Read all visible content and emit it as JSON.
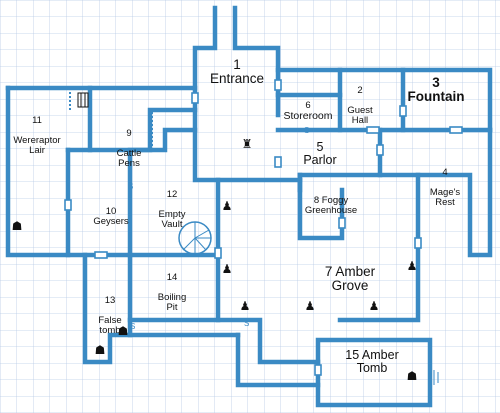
{
  "rooms": {
    "r1": {
      "number": "1",
      "name": "Entrance"
    },
    "r2": {
      "number": "2",
      "name": "Guest\nHall"
    },
    "r3": {
      "number": "3",
      "name": "Fountain"
    },
    "r4": {
      "number": "4",
      "name": "Mage's\nRest"
    },
    "r5": {
      "number": "5",
      "name": "Parlor"
    },
    "r6": {
      "number": "6",
      "name": "Storeroom"
    },
    "r7": {
      "number": "7 Amber",
      "name": "Grove"
    },
    "r8": {
      "number": "8 Foggy",
      "name": "Greenhouse"
    },
    "r9": {
      "number": "9",
      "name": "Cattle\nPens"
    },
    "r10": {
      "number": "10",
      "name": "Geysers"
    },
    "r11": {
      "number": "11",
      "name": "Wereraptor\nLair"
    },
    "r12": {
      "number": "12",
      "name": "Empty\nVault"
    },
    "r13": {
      "number": "13",
      "name": "False\ntomb"
    },
    "r14": {
      "number": "14",
      "name": "Boiling\nPit"
    },
    "r15": {
      "number": "15 Amber",
      "name": "Tomb"
    }
  },
  "markers": {
    "secret_door": "S",
    "creature_icon": "monster-icon",
    "statue_icon": "statue-icon",
    "stairs_icon": "spiral-stairs-icon"
  },
  "colors": {
    "wall": "#3a8ac4",
    "grid": "#b9cbe6",
    "background": "#ffffff"
  }
}
